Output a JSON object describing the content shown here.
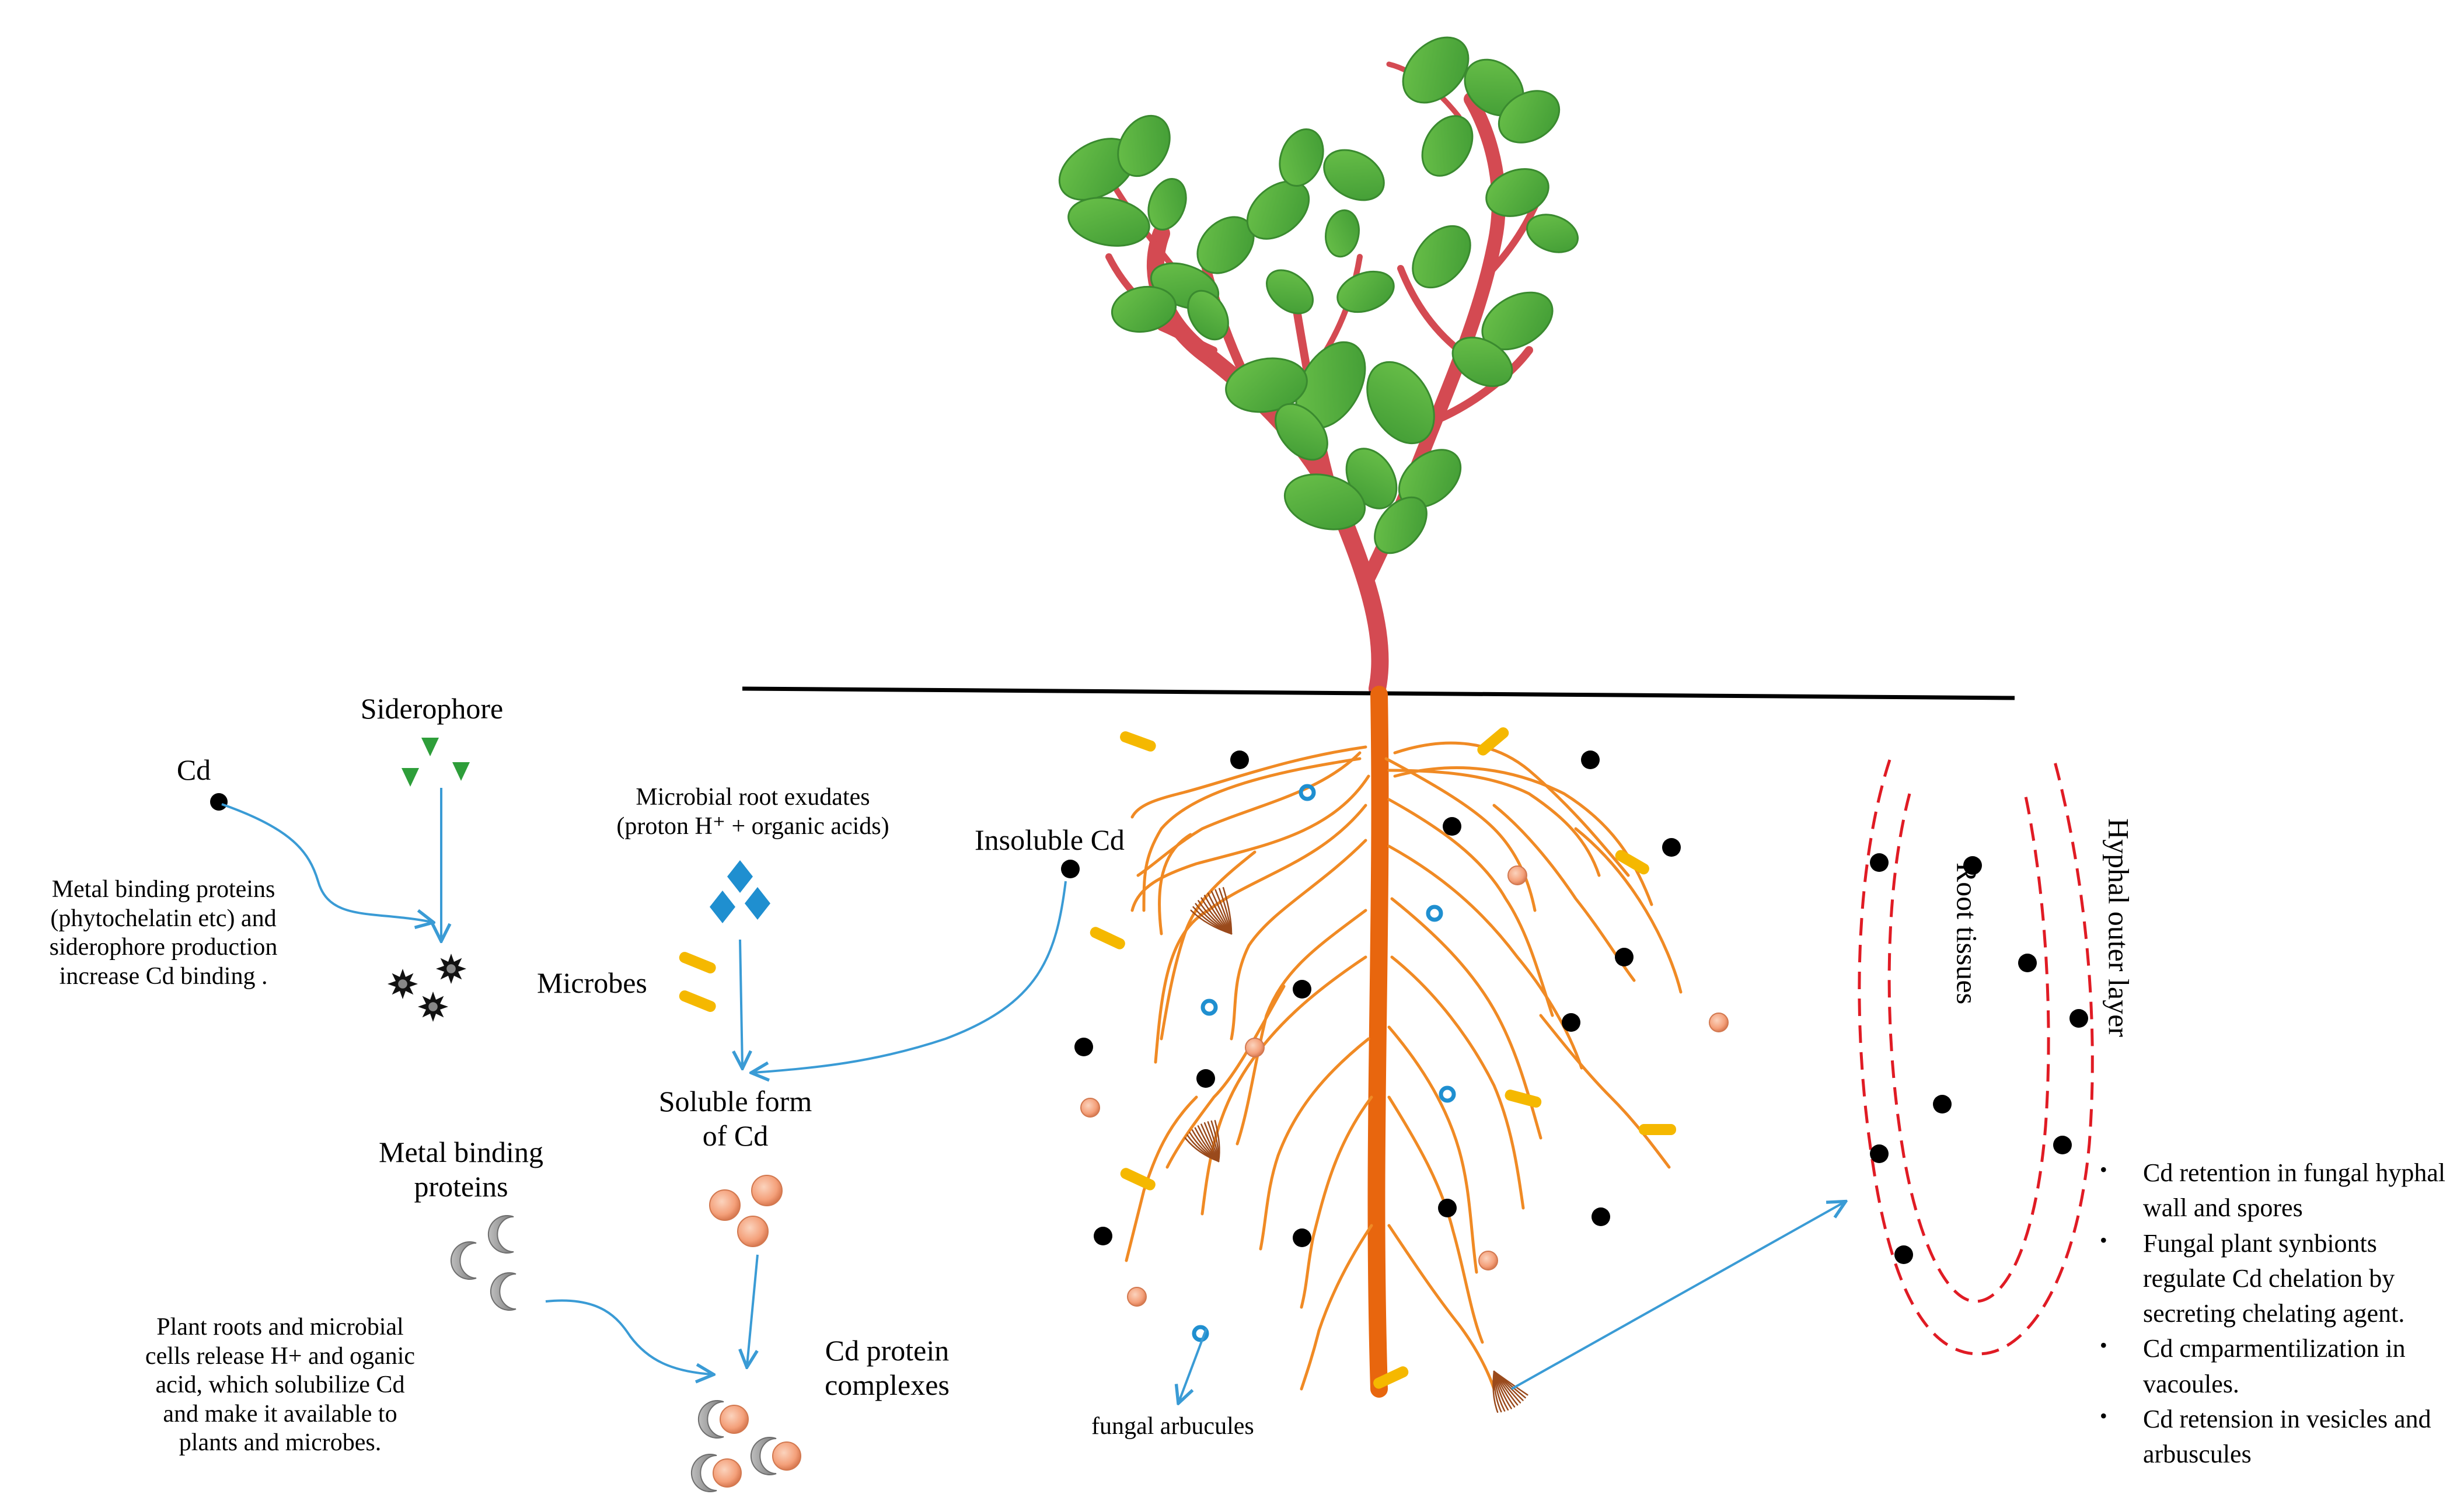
{
  "labels": {
    "siderophore": "Siderophore",
    "cd": "Cd",
    "metal_binding_note_1": "Metal binding proteins",
    "metal_binding_note_2": "(phytochelatin etc) and",
    "metal_binding_note_3": "siderophore production",
    "metal_binding_note_4": "increase Cd binding .",
    "exudates_1": "Microbial root exudates",
    "exudates_2": "(proton H⁺ + organic acids)",
    "insoluble_cd": "Insoluble Cd",
    "microbes": "Microbes",
    "soluble_1": "Soluble form",
    "soluble_2": "of Cd",
    "mbp_1": "Metal binding",
    "mbp_2": "proteins",
    "complex_1": "Cd  protein",
    "complex_2": "complexes",
    "plant_roots_1": "Plant roots and microbial",
    "plant_roots_2": "cells release H+ and oganic",
    "plant_roots_3": "acid, which solubilize Cd",
    "plant_roots_4": "and make it available to",
    "plant_roots_5": "plants and microbes.",
    "fungal_arbucules": "fungal arbucules",
    "root_tissues": "Root tissues",
    "hyphal_outer_layer": "Hyphal outer layer"
  },
  "bullets": [
    "Cd retention in fungal hyphal wall and spores",
    "Fungal plant synbionts regulate Cd chelation by secreting chelating agent.",
    "Cd cmparmentilization in vacoules.",
    "Cd retension in vesicles and arbuscules"
  ],
  "colors": {
    "arrow": "#3a9bd5",
    "cd_dot": "#000000",
    "siderophore": "#2e9e3a",
    "exudate": "#1f8fd0",
    "microbe": "#f5b800",
    "soluble_cd": "#f4a07a",
    "protein": "#9a9a9a",
    "root": "#f08a24",
    "taproot": "#e8660e",
    "stem": "#d44a52",
    "leaf": "#4fae3c",
    "hyphal_layer": "#e01b24",
    "ground_line": "#000000"
  },
  "icons": [
    "cd-dot-icon",
    "siderophore-icon",
    "star-complex-icon",
    "exudate-diamond-icon",
    "microbe-icon",
    "soluble-cd-icon",
    "protein-icon",
    "arbuscule-icon"
  ]
}
